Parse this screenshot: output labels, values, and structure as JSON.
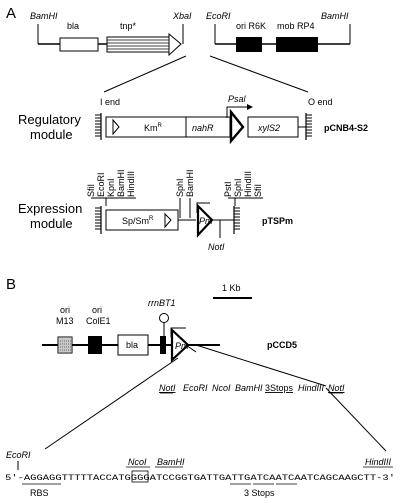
{
  "panelA": {
    "label": "A",
    "top": {
      "bamhi_left": "BamHI",
      "bla": "bla",
      "tnp": "tnp*",
      "xbai": "XbaI",
      "ecori": "EcoRI",
      "ori_r6k": "ori R6K",
      "mob_rp4": "mob RP4",
      "bamhi_right": "BamHI"
    },
    "regulatory": {
      "label_line1": "Regulatory",
      "label_line2": "module",
      "i_end": "I end",
      "o_end": "O end",
      "psal": "Psal",
      "kmr": "Km",
      "kmr_sup": "R",
      "nahr": "nahR",
      "xyls2": "xylS2",
      "plasmid": "pCNB4-S2"
    },
    "expression": {
      "label_line1": "Expression",
      "label_line2": "module",
      "left_sites": [
        "SfiI",
        "EcoRI",
        "KpnI",
        "BamHI",
        "HindIII"
      ],
      "mid_sites": [
        "SphI",
        "BamHI"
      ],
      "right_sites": [
        "PstI",
        "SphI",
        "HindIII",
        "SfiI"
      ],
      "spsm": "Sp/Sm",
      "spsm_sup": "R",
      "pm": "Pm",
      "noti": "NotI",
      "plasmid": "pTSPm"
    }
  },
  "panelB": {
    "label": "B",
    "scale": "1 Kb",
    "ori_m13_line1": "ori",
    "ori_m13_line2": "M13",
    "ori_cole1_line1": "ori",
    "ori_cole1_line2": "ColE1",
    "bla": "bla",
    "rrnbt1": "rrnBT1",
    "pm": "Pm",
    "plasmid": "pCCD5",
    "mcs": [
      "NotI",
      "EcoRI",
      "NcoI",
      "BamHI",
      "3Stops",
      "HindIII",
      "NotI"
    ],
    "seq_ecori": "EcoRI",
    "seq_ncoi": "NcoI",
    "seq_bamhi": "BamHI",
    "seq_hindiii": "HindIII",
    "sequence": "5'-AGGAGGTTTTTACCATGGGGATCCGGTGATTGATTGATCAATCAATCAGCAAGCTT-3'",
    "rbs": "RBS",
    "stops": "3 Stops"
  }
}
